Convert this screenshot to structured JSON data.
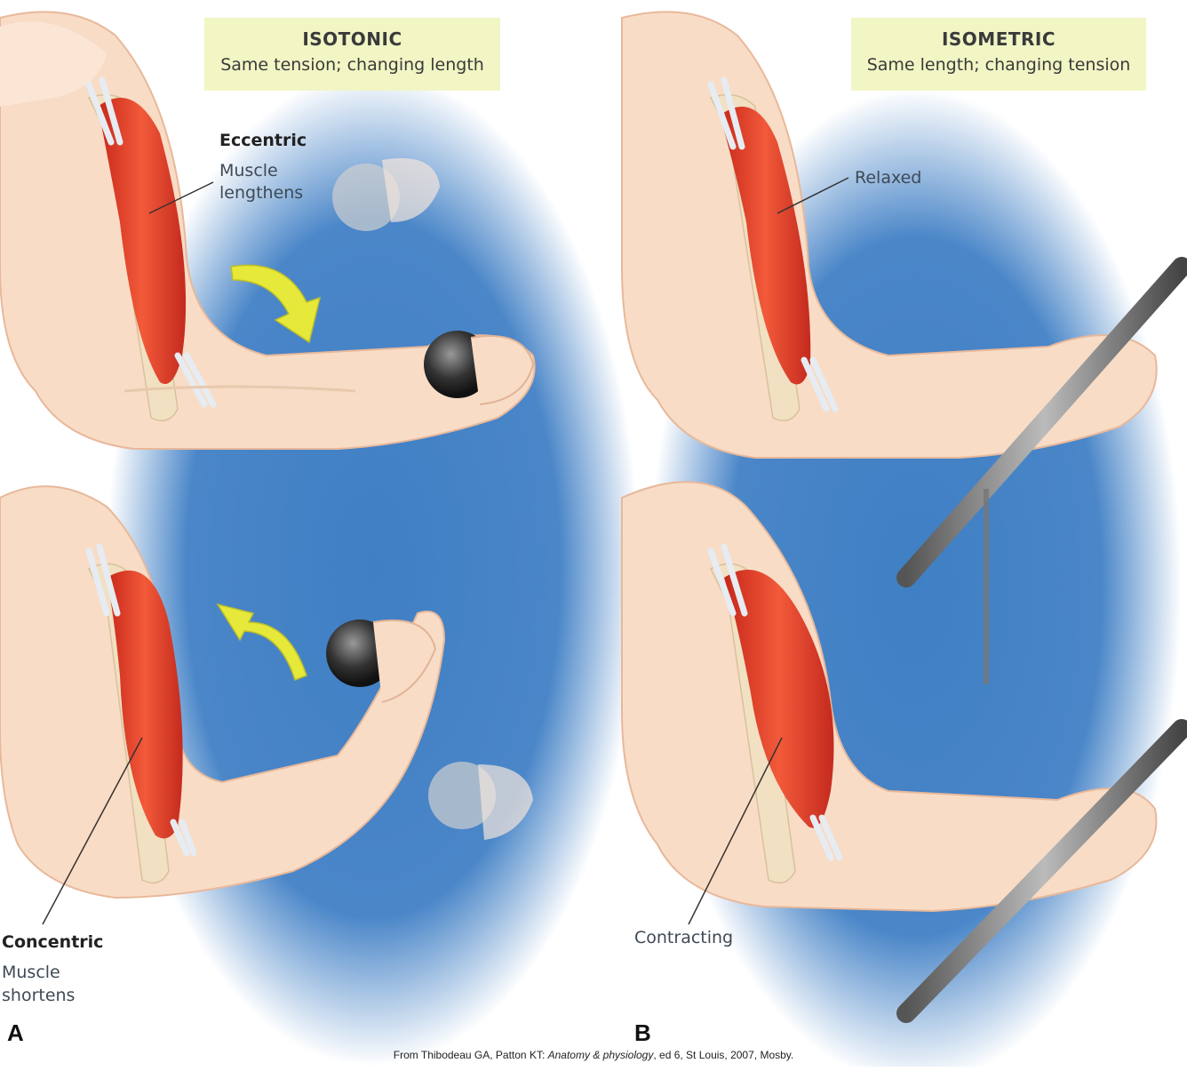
{
  "isotonic": {
    "title": "ISOTONIC",
    "subtitle": "Same tension; changing length",
    "eccentric_label": "Eccentric",
    "eccentric_desc_1": "Muscle",
    "eccentric_desc_2": "lengthens",
    "concentric_label": "Concentric",
    "concentric_desc_1": "Muscle",
    "concentric_desc_2": "shortens",
    "panel_letter": "A"
  },
  "isometric": {
    "title": "ISOMETRIC",
    "subtitle": "Same length; changing tension",
    "relaxed_label": "Relaxed",
    "contracting_label": "Contracting",
    "panel_letter": "B"
  },
  "credit": {
    "prefix": "From Thibodeau GA, Patton KT: ",
    "title": "Anatomy & physiology",
    "suffix": ", ed 6, St Louis, 2007, Mosby."
  },
  "colors": {
    "background_blue": "#4a86c8",
    "skin": "#f8dcc6",
    "muscle": "#e8432a",
    "header_bg": "#f2f5c4",
    "arrow": "#e6e83a"
  }
}
